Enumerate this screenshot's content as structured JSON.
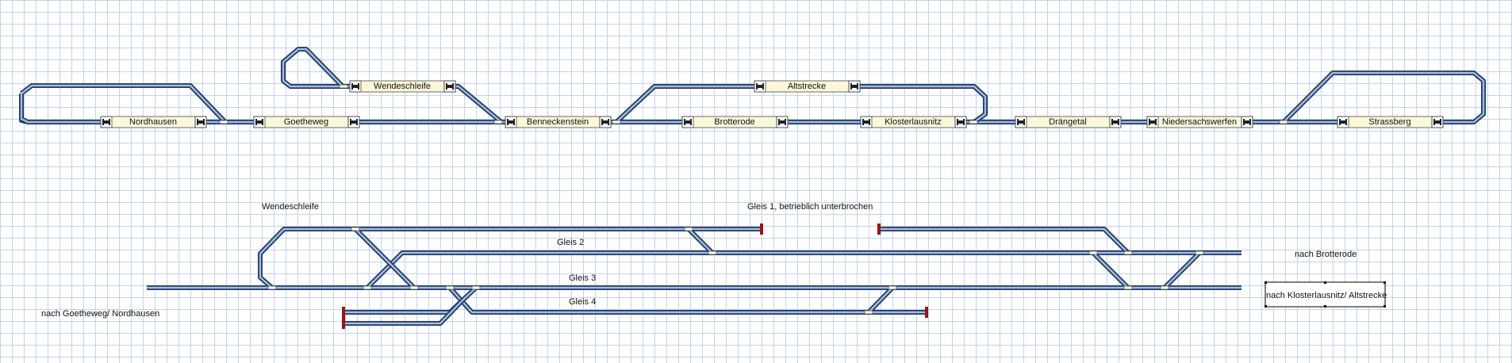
{
  "upper_blocks": {
    "nordhausen": "Nordhausen",
    "goetheweg": "Goetheweg",
    "wendeschleife": "Wendeschleife",
    "benneckenstein": "Benneckenstein",
    "altstrecke": "Altstrecke",
    "brotterode": "Brotterode",
    "klosterlausnitz": "Klosterlausnitz",
    "draengetal": "Drängetal",
    "niedersachswerfen": "Niedersachswerfen",
    "strassberg": "Strassberg"
  },
  "station_labels": {
    "wendeschleife": "Wendeschleife",
    "gleis1": "Gleis 1, betrieblich unterbrochen",
    "gleis2": "Gleis 2",
    "gleis3": "Gleis 3",
    "gleis4": "Gleis 4",
    "nach_brotterode": "nach Brotterode",
    "nach_goetheweg": "nach Goetheweg/ Nordhausen",
    "nach_klosterlausnitz": "nach Klosterlausnitz/ Altstrecke"
  },
  "colors": {
    "grid": "#c3d3ea",
    "track_outline": "#1e3a6e",
    "track_fill": "#a9bcd6",
    "block_fill": "#fbf7d9",
    "buffer_stop": "#9a1414"
  }
}
